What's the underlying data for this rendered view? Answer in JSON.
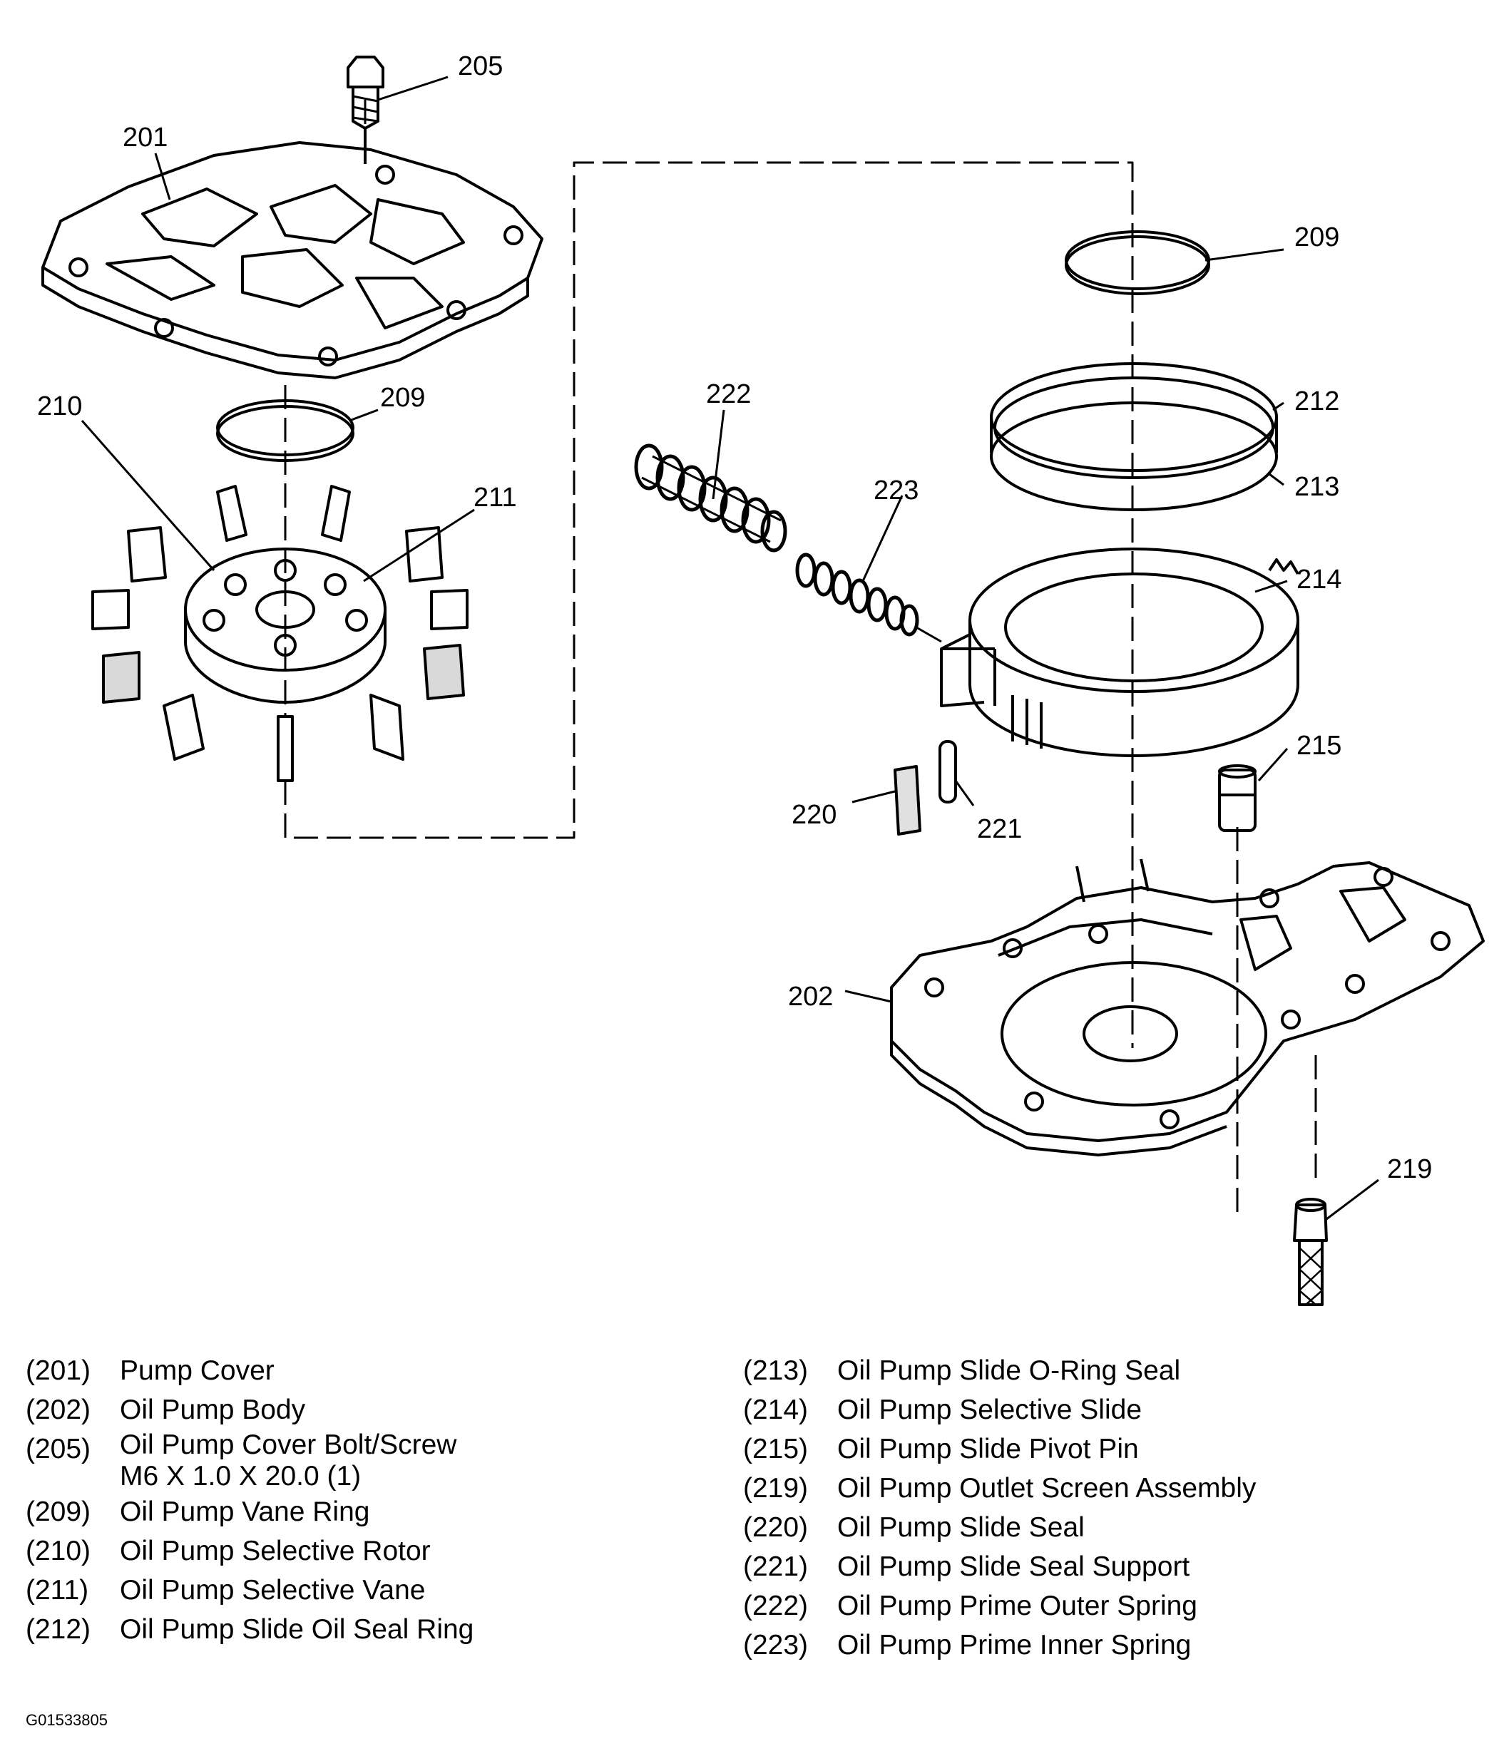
{
  "callouts": {
    "c201": "201",
    "c202": "202",
    "c205": "205",
    "c209a": "209",
    "c209b": "209",
    "c210": "210",
    "c211": "211",
    "c212": "212",
    "c213": "213",
    "c214": "214",
    "c215": "215",
    "c219": "219",
    "c220": "220",
    "c221": "221",
    "c222": "222",
    "c223": "223"
  },
  "legend": {
    "left": [
      {
        "num": "(201)",
        "desc": "Pump Cover"
      },
      {
        "num": "(202)",
        "desc": "Oil Pump Body"
      },
      {
        "num": "(205)",
        "desc": "Oil Pump Cover Bolt/Screw",
        "sub": "M6 X 1.0 X 20.0 (1)"
      },
      {
        "num": "(209)",
        "desc": "Oil Pump Vane Ring"
      },
      {
        "num": "(210)",
        "desc": "Oil Pump Selective Rotor"
      },
      {
        "num": "(211)",
        "desc": "Oil Pump Selective Vane"
      },
      {
        "num": "(212)",
        "desc": "Oil Pump Slide Oil Seal Ring"
      }
    ],
    "right": [
      {
        "num": "(213)",
        "desc": "Oil Pump Slide O-Ring Seal"
      },
      {
        "num": "(214)",
        "desc": "Oil Pump Selective Slide"
      },
      {
        "num": "(215)",
        "desc": "Oil Pump Slide Pivot Pin"
      },
      {
        "num": "(219)",
        "desc": "Oil Pump Outlet Screen Assembly"
      },
      {
        "num": "(220)",
        "desc": "Oil Pump Slide Seal"
      },
      {
        "num": "(221)",
        "desc": "Oil Pump Slide Seal Support"
      },
      {
        "num": "(222)",
        "desc": "Oil Pump Prime Outer Spring"
      },
      {
        "num": "(223)",
        "desc": "Oil Pump Prime Inner Spring"
      }
    ]
  },
  "figure_id": "G01533805"
}
